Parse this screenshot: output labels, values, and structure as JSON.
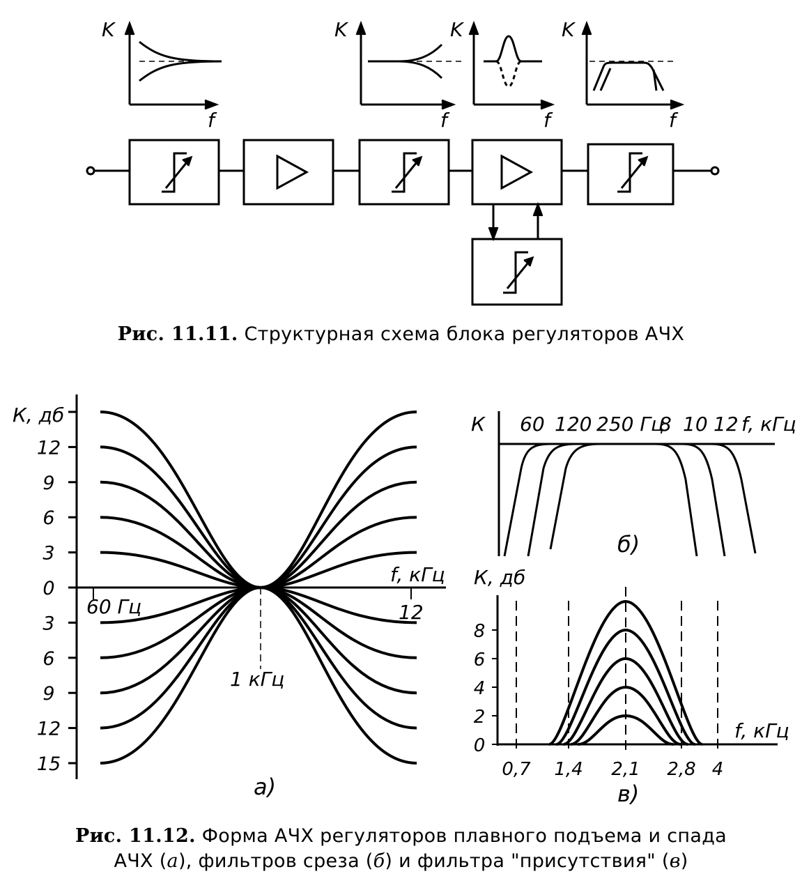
{
  "figure_1111": {
    "caption_label": "Рис. 11.11.",
    "caption_text": "Структурная схема блока регуляторов АЧХ",
    "mini_graphs": [
      {
        "y_label": "K",
        "x_label": "f"
      },
      {
        "y_label": "K",
        "x_label": "f"
      },
      {
        "y_label": "K",
        "x_label": "f"
      },
      {
        "y_label": "K",
        "x_label": "f"
      }
    ],
    "blocks": [
      {
        "kind": "filter"
      },
      {
        "kind": "amplifier"
      },
      {
        "kind": "filter"
      },
      {
        "kind": "amplifier"
      },
      {
        "kind": "filter"
      },
      {
        "kind": "filter"
      }
    ]
  },
  "figure_1112": {
    "caption_label": "Рис. 11.12.",
    "caption_line1": "Форма АЧХ регуляторов плавного подъема и спада",
    "caption_line2_a": "АЧХ (",
    "caption_a": "а",
    "caption_line2_b": "), фильтров среза (",
    "caption_b": "б",
    "caption_line2_c": ") и фильтра \"присутствия\" (",
    "caption_c": "в",
    "caption_line2_d": ")"
  },
  "chart_data": [
    {
      "type": "line",
      "panel_label": "а)",
      "ylabel": "К, дб",
      "xlabel": "f, кГц",
      "y_ticks": [
        "12",
        "9",
        "6",
        "3",
        "0",
        "3",
        "6",
        "9",
        "12",
        "15"
      ],
      "x_labels": {
        "left": "60 Гц",
        "center": "1 кГц",
        "right": "12"
      },
      "series": [
        {
          "left_db": 15,
          "right_db": 15
        },
        {
          "left_db": 12,
          "right_db": 12
        },
        {
          "left_db": 9,
          "right_db": 9
        },
        {
          "left_db": 6,
          "right_db": 6
        },
        {
          "left_db": 3,
          "right_db": 3
        },
        {
          "left_db": -3,
          "right_db": -3
        },
        {
          "left_db": -6,
          "right_db": -6
        },
        {
          "left_db": -9,
          "right_db": -9
        },
        {
          "left_db": -12,
          "right_db": -12
        },
        {
          "left_db": -15,
          "right_db": -15
        }
      ],
      "ylim": [
        -15,
        15
      ]
    },
    {
      "type": "line",
      "panel_label": "б)",
      "ylabel": "К",
      "xlabel": "f, кГц",
      "cutoff_labels": [
        "60",
        "120",
        "250 Гц",
        "8",
        "10",
        "12"
      ]
    },
    {
      "type": "line",
      "panel_label": "в)",
      "ylabel": "К, дб",
      "xlabel": "f, кГц",
      "y_ticks": [
        "0",
        "2",
        "4",
        "6",
        "8"
      ],
      "x_ticks": [
        "0,7",
        "1,4",
        "2,1",
        "2,8",
        "4"
      ],
      "series": [
        {
          "peak_db": 2
        },
        {
          "peak_db": 4
        },
        {
          "peak_db": 6
        },
        {
          "peak_db": 8
        },
        {
          "peak_db": 10
        }
      ],
      "center_khz": 2.1,
      "ylim": [
        0,
        10
      ]
    }
  ]
}
